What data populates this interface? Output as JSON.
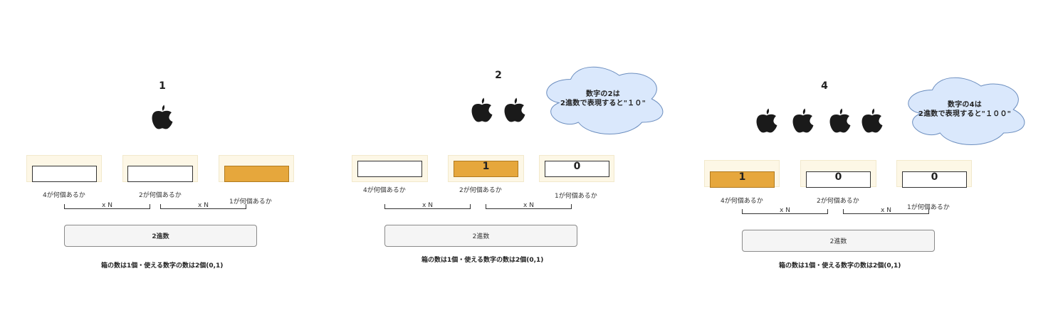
{
  "panels": [
    {
      "number": "1",
      "apple_count": 1,
      "cloud": null,
      "boxes": [
        {
          "value": "",
          "filled": false,
          "label": "4が何個あるか"
        },
        {
          "value": "",
          "filled": false,
          "label": "2が何個あるか"
        },
        {
          "value": "",
          "filled": true,
          "label": "1が何個あるか"
        }
      ],
      "multiplier_labels": [
        "x N",
        "x N"
      ],
      "base_button": "2進数",
      "note": "箱の数は1個・使える数字の数は2個(0,1)"
    },
    {
      "number": "2",
      "apple_count": 2,
      "cloud": {
        "line1": "数字の2は",
        "line2": "2進数で表現すると\"１０\""
      },
      "boxes": [
        {
          "value": "",
          "filled": false,
          "label": "4が何個あるか"
        },
        {
          "value": "1",
          "filled": true,
          "label": "2が何個あるか"
        },
        {
          "value": "0",
          "filled": false,
          "label": "1が何個あるか"
        }
      ],
      "multiplier_labels": [
        "x N",
        "x N"
      ],
      "base_button": "2進数",
      "note": "箱の数は1個・使える数字の数は2個(0,1)"
    },
    {
      "number": "4",
      "apple_count": 4,
      "cloud": {
        "line1": "数字の4は",
        "line2": "2進数で表現すると\"１００\""
      },
      "boxes": [
        {
          "value": "1",
          "filled": true,
          "label": "4が何個あるか"
        },
        {
          "value": "0",
          "filled": false,
          "label": "2が何個あるか"
        },
        {
          "value": "0",
          "filled": false,
          "label": "1が何個あるか"
        }
      ],
      "multiplier_labels": [
        "x N",
        "x N"
      ],
      "base_button": "2進数",
      "note": "箱の数は1個・使える数字の数は2個(0,1)"
    }
  ],
  "colors": {
    "filled_box": "#e6a73c",
    "box_background": "#fdf7e6",
    "cloud_fill": "#dae8fc",
    "cloud_stroke": "#6c8ebf",
    "apple": "#1a1a1a"
  },
  "icons": {
    "apple": "apple-icon",
    "cloud": "cloud-shape"
  }
}
